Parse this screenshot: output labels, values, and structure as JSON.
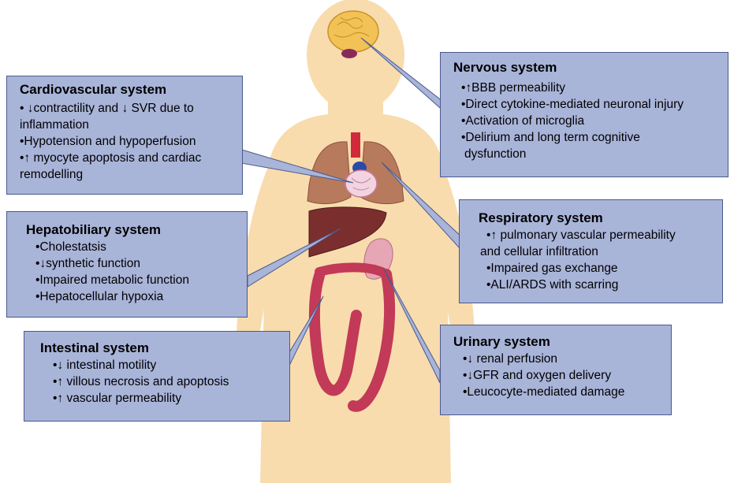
{
  "colors": {
    "box_fill": "#a9b4d9",
    "box_border": "#4a5a8c",
    "silhouette": "#f8dcae",
    "leader_fill": "#a9b4d9"
  },
  "icons": {
    "brain": "brain-icon",
    "lungs": "lungs-icon",
    "heart": "heart-icon",
    "liver": "liver-icon",
    "kidney": "kidney-icon",
    "intestine": "intestine-icon"
  },
  "systems": {
    "nervous": {
      "title": "Nervous system",
      "items": [
        "•↑BBB permeability",
        "•Direct cytokine-mediated neuronal injury",
        "•Activation of microglia",
        "•Delirium and long term cognitive",
        "dysfunction"
      ]
    },
    "cardiovascular": {
      "title": "Cardiovascular system",
      "items": [
        "• ↓contractility and ↓ SVR due to",
        "inflammation",
        "•Hypotension and hypoperfusion",
        "•↑ myocyte apoptosis and cardiac",
        "remodelling"
      ]
    },
    "hepatobiliary": {
      "title": "Hepatobiliary system",
      "items": [
        "•Cholestatsis",
        "•↓synthetic function",
        "•Impaired metabolic function",
        "•Hepatocellular hypoxia"
      ]
    },
    "respiratory": {
      "title": "Respiratory system",
      "items": [
        "•↑ pulmonary vascular permeability",
        "and cellular infiltration",
        "•Impaired gas exchange",
        "•ALI/ARDS with scarring"
      ]
    },
    "intestinal": {
      "title": "Intestinal system",
      "items": [
        "•↓ intestinal motility",
        "•↑ villous necrosis and apoptosis",
        "•↑ vascular permeability"
      ]
    },
    "urinary": {
      "title": "Urinary system",
      "items": [
        "•↓ renal perfusion",
        "•↓GFR and oxygen delivery",
        "•Leucocyte-mediated damage"
      ]
    }
  }
}
